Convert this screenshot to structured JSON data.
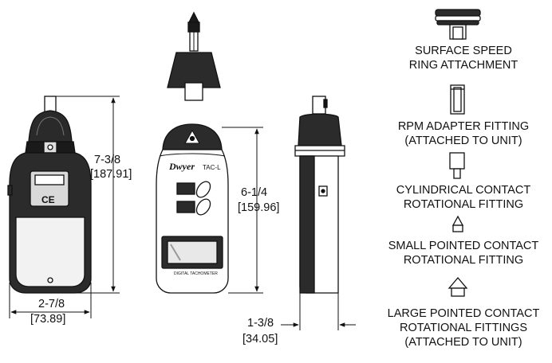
{
  "dimensions": {
    "height_left": {
      "imperial": "7-3/8",
      "metric": "[187.91]"
    },
    "width_left": {
      "imperial": "2-7/8",
      "metric": "[73.89]"
    },
    "height_front": {
      "imperial": "6-1/4",
      "metric": "[159.96]"
    },
    "depth_side": {
      "imperial": "1-3/8",
      "metric": "[34.05]"
    }
  },
  "device": {
    "brand": "Dwyer",
    "model": "TAC-L",
    "logo_mark": "CE",
    "strip_text": "DIGITAL TACHOMETER"
  },
  "attachments": [
    {
      "line1": "SURFACE SPEED",
      "line2": "RING ATTACHMENT"
    },
    {
      "line1": "RPM ADAPTER FITTING",
      "line2": "(ATTACHED TO UNIT)"
    },
    {
      "line1": "CYLINDRICAL CONTACT",
      "line2": "ROTATIONAL FITTING"
    },
    {
      "line1": "SMALL POINTED CONTACT",
      "line2": "ROTATIONAL FITTING"
    },
    {
      "line1": "LARGE POINTED CONTACT",
      "line2": "ROTATIONAL FITTINGS",
      "line3": "(ATTACHED TO UNIT)"
    }
  ]
}
